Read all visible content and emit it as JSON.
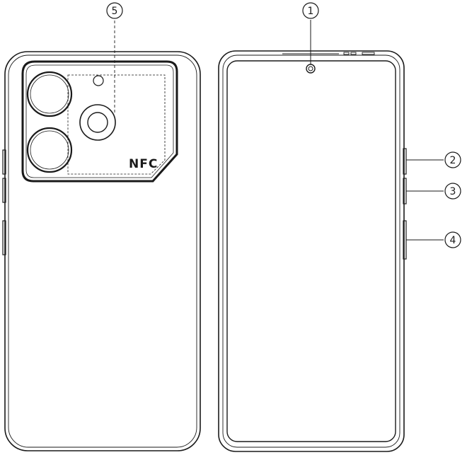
{
  "callouts": {
    "c1": "1",
    "c2": "2",
    "c3": "3",
    "c4": "4",
    "c5": "5"
  },
  "nfc_label": "NFC",
  "colors": {
    "line": "#1a1a1a",
    "background": "#ffffff"
  }
}
